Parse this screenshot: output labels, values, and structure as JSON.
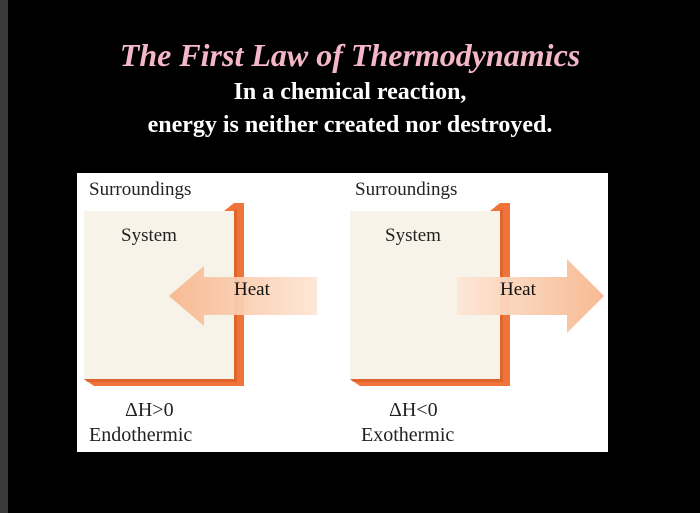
{
  "title": "The First Law of Thermodynamics",
  "subtitle_line1": "In a chemical reaction,",
  "subtitle_line2": "energy is neither created nor destroyed.",
  "diagrams": [
    {
      "surroundings": "Surroundings",
      "system": "System",
      "heat": "Heat",
      "delta_h": "ΔH>0",
      "process": "Endothermic"
    },
    {
      "surroundings": "Surroundings",
      "system": "System",
      "heat": "Heat",
      "delta_h": "ΔH<0",
      "process": "Exothermic"
    }
  ],
  "colors": {
    "title": "#f4b7c8",
    "system_fill": "#f8f3e8",
    "wall": "#f0743a",
    "wall_shadow": "#c9521f",
    "arrow": "#f9c7a6"
  }
}
